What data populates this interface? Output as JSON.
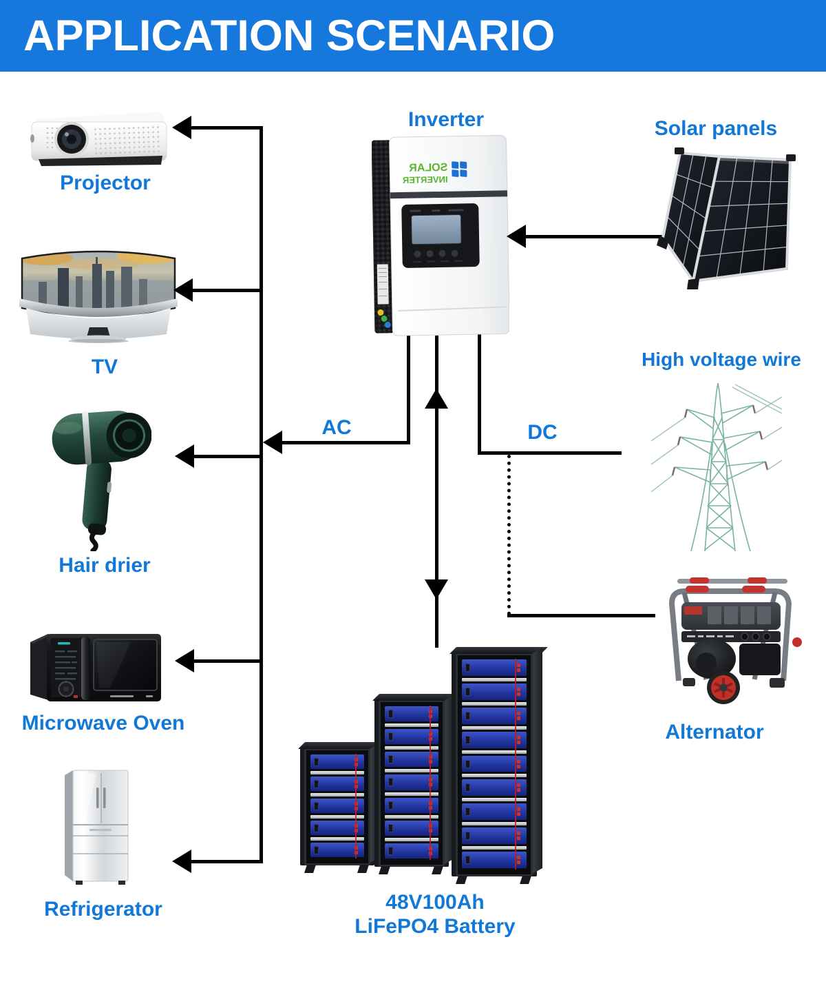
{
  "header": {
    "title": "APPLICATION SCENARIO"
  },
  "colors": {
    "header_bg": "#1678dd",
    "label_blue": "#1278d8",
    "wire_black": "#000000",
    "brand_green": "#5ab32e",
    "logo_blue": "#1d6fd2"
  },
  "inverter": {
    "label": "Inverter",
    "brand": {
      "line1": "SOLAR",
      "line2": "INVERTER"
    }
  },
  "flows": {
    "ac_label": "AC",
    "dc_label": "DC"
  },
  "appliances": [
    {
      "id": "projector",
      "label": "Projector"
    },
    {
      "id": "tv",
      "label": "TV"
    },
    {
      "id": "hair-drier",
      "label": "Hair drier"
    },
    {
      "id": "microwave-oven",
      "label": "Microwave Oven"
    },
    {
      "id": "refrigerator",
      "label": "Refrigerator"
    }
  ],
  "sources": [
    {
      "id": "solar-panels",
      "label": "Solar panels"
    },
    {
      "id": "high-voltage-wire",
      "label": "High voltage wire"
    },
    {
      "id": "alternator",
      "label": "Alternator"
    }
  ],
  "battery": {
    "label_line1": "48V100Ah",
    "label_line2": "LiFePO4 Battery"
  }
}
